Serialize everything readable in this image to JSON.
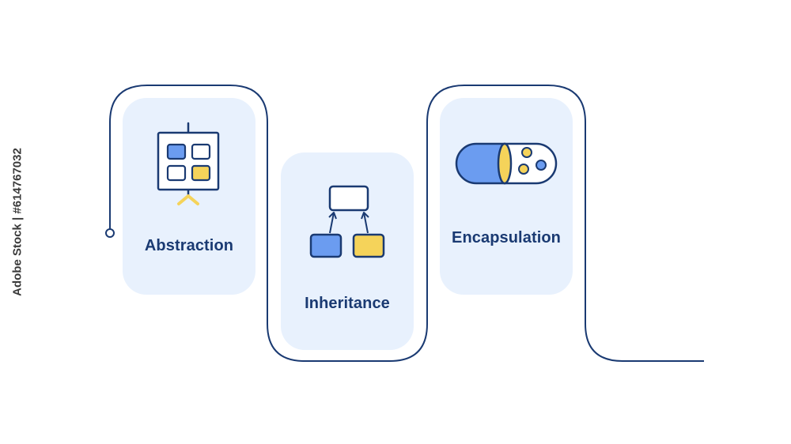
{
  "diagram": {
    "steps": [
      {
        "label": "Abstraction",
        "icon": "presentation-board-icon"
      },
      {
        "label": "Inheritance",
        "icon": "hierarchy-icon"
      },
      {
        "label": "Encapsulation",
        "icon": "capsule-icon"
      }
    ]
  },
  "watermark": {
    "side_text": "Adobe Stock | #614767032"
  },
  "colors": {
    "line": "#1a3a72",
    "card": "#e8f1fd",
    "blue": "#6b9cf0",
    "yellow": "#f5d35a"
  }
}
